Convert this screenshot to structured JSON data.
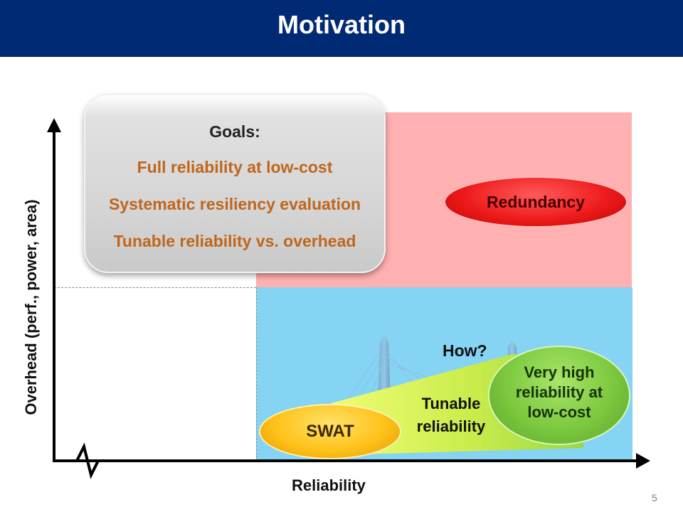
{
  "title": "Motivation",
  "goals": {
    "heading": "Goals:",
    "items": [
      "Full reliability at low-cost",
      "Systematic resiliency evaluation",
      "Tunable reliability vs. overhead"
    ]
  },
  "ovals": {
    "redundancy": "Redundancy",
    "swat": "SWAT",
    "very_high": [
      "Very high",
      "reliability at",
      "low-cost"
    ]
  },
  "labels": {
    "how": "How?",
    "tunable": [
      "Tunable",
      "reliability"
    ]
  },
  "axes": {
    "x_label": "Reliability",
    "y_label": "Overhead (perf., power, area)"
  },
  "page_number": "5",
  "colors": {
    "title_bar": "#002a73",
    "high_overhead_region": "#ffb0b0",
    "low_overhead_region": "#86d4f4",
    "goal_text": "#c0661b",
    "redundancy": "#ee1c1c",
    "swat": "#ffc21a",
    "very_high": "#7cc83e"
  }
}
